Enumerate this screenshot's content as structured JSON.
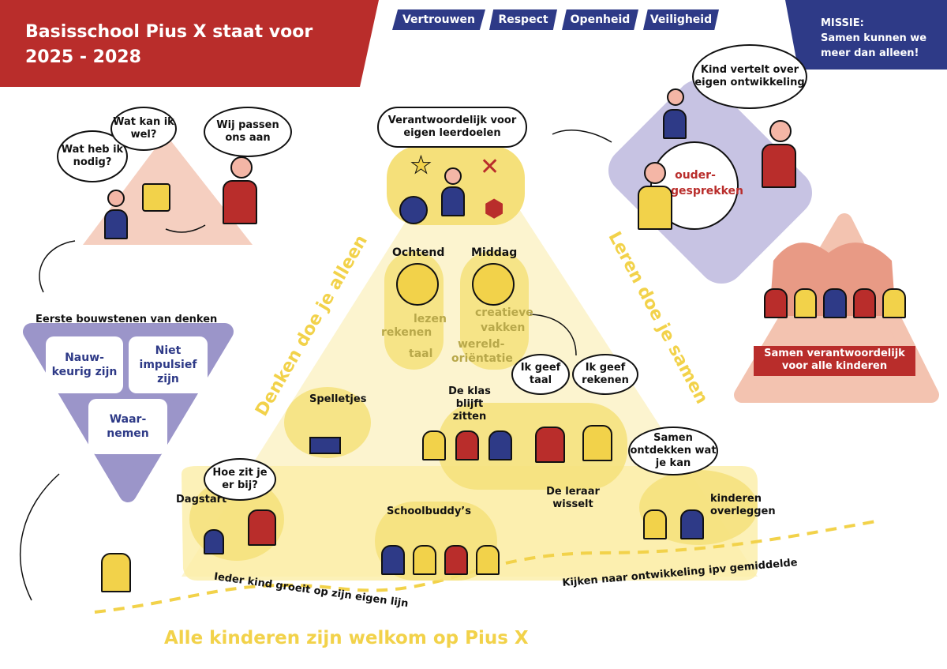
{
  "header": {
    "title_line1": "Basisschool Pius X staat voor",
    "title_line2": "2025 - 2028"
  },
  "values": [
    "Vertrouwen",
    "Respect",
    "Openheid",
    "Veiligheid"
  ],
  "mission": {
    "label": "MISSIE:",
    "line1": "Samen kunnen we",
    "line2": "meer dan alleen!"
  },
  "top_left": {
    "q1": "Wat heb ik nodig?",
    "q2": "Wat kan ik wel?",
    "q3": "Wij passen ons aan"
  },
  "thinking": {
    "title": "Eerste bouwstenen van denken",
    "b1": "Nauw-keurig zijn",
    "b2": "Niet impulsief zijn",
    "b3": "Waar-nemen"
  },
  "apex": {
    "bubble": "Verantwoordelijk voor eigen leerdoelen"
  },
  "parents": {
    "bubble": "Kind vertelt over eigen ontwikkeling",
    "label": "ouder-gesprekken"
  },
  "together": {
    "label": "Samen verantwoordelijk voor alle kinderen"
  },
  "day": {
    "morning": "Ochtend",
    "afternoon": "Middag",
    "m_subjects": [
      "lezen",
      "rekenen",
      "taal"
    ],
    "a_subjects": [
      "creatieve",
      "vakken",
      "wereld-",
      "oriëntatie"
    ]
  },
  "slopes": {
    "left": "Denken doe je alleen",
    "right": "Leren doe je samen"
  },
  "games": "Spelletjes",
  "class": {
    "stays": "De klas blijft zitten",
    "b1": "Ik geef taal",
    "b2": "Ik geef rekenen",
    "teacher": "De leraar wisselt"
  },
  "discover": {
    "bubble": "Samen ontdekken wat je kan",
    "label": "kinderen overleggen"
  },
  "dagstart": {
    "label": "Dagstart",
    "bubble": "Hoe zit je er bij?"
  },
  "buddies": "Schoolbuddy’s",
  "paths": {
    "left": "Ieder kind groeit op zijn eigen lijn",
    "right": "Kijken naar ontwikkeling ipv gemiddelde"
  },
  "footer": "Alle kinderen zijn welkom op Pius X",
  "colors": {
    "red": "#b92d2b",
    "navy": "#2e3a87",
    "yellow": "#f2d24a",
    "purple": "#9b95c9"
  }
}
